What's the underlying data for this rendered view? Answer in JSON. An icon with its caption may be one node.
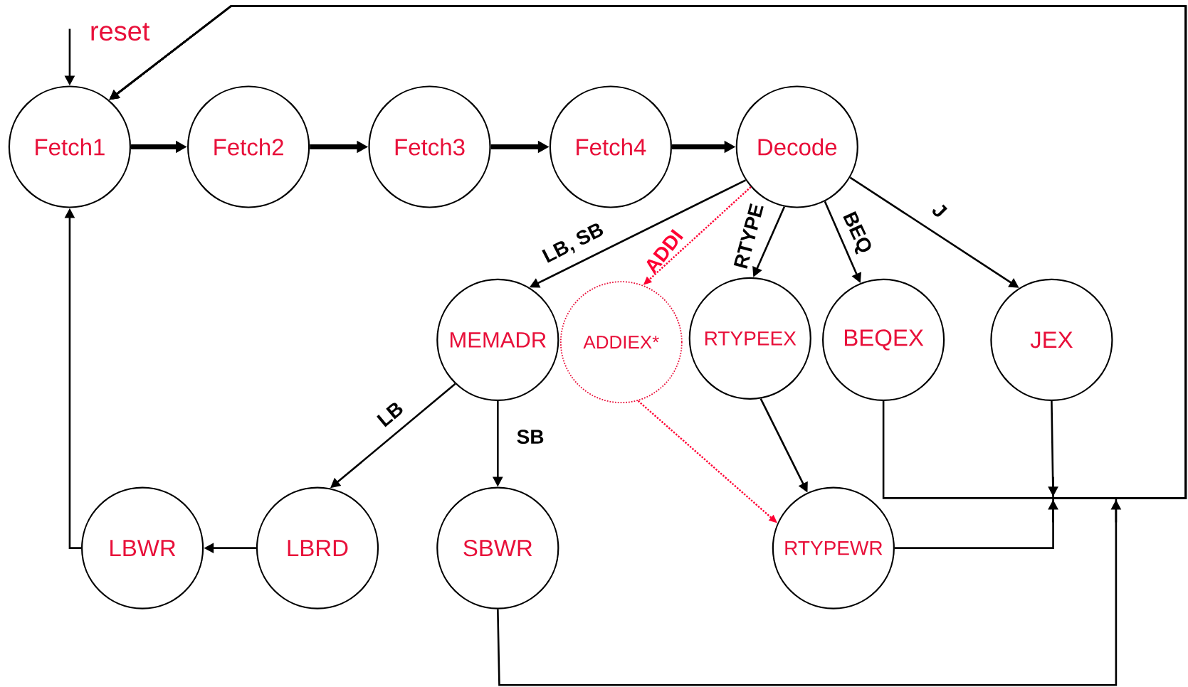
{
  "diagram": {
    "nodes": [
      {
        "text": [
          "Fetch1"
        ]
      },
      {
        "text": [
          "Fetch2"
        ]
      },
      {
        "text": [
          "Fetch3"
        ]
      },
      {
        "text": [
          "Fetch4"
        ]
      },
      {
        "text": [
          "Decode"
        ]
      },
      {
        "text": [
          "MEMADR"
        ]
      },
      {
        "text": [
          "ADDIEX*"
        ]
      },
      {
        "text": [
          "RTYPEEX"
        ]
      },
      {
        "text": [
          "BEQEX"
        ]
      },
      {
        "text": [
          "JEX"
        ]
      },
      {
        "text": [
          "LBWR"
        ]
      },
      {
        "text": [
          "LBRD"
        ]
      },
      {
        "text": [
          "SBWR"
        ]
      },
      {
        "text": [
          "RTYPEWR"
        ]
      }
    ],
    "edges": [
      {
        "from": null,
        "to": 0,
        "arrow": "to",
        "label": "reset"
      },
      {
        "from": 0,
        "to": 1,
        "arrow": "to",
        "style": "thick"
      },
      {
        "from": 1,
        "to": 2,
        "arrow": "to",
        "style": "thick"
      },
      {
        "from": 2,
        "to": 3,
        "arrow": "to",
        "style": "thick"
      },
      {
        "from": 3,
        "to": 4,
        "arrow": "to",
        "style": "thick"
      },
      {
        "from": 4,
        "to": 5,
        "arrow": "to",
        "label": "LB, SB"
      },
      {
        "from": 4,
        "to": 6,
        "arrow": "to",
        "label": "ADDI",
        "style": "dashed",
        "color": "#ff0033"
      },
      {
        "from": 4,
        "to": 7,
        "arrow": "to",
        "label": "RTYPE"
      },
      {
        "from": 4,
        "to": 8,
        "arrow": "to",
        "label": "BEQ"
      },
      {
        "from": 4,
        "to": 9,
        "arrow": "to",
        "label": "J"
      },
      {
        "from": 5,
        "to": 11,
        "arrow": "to",
        "label": "LB"
      },
      {
        "from": 5,
        "to": 12,
        "arrow": "to",
        "label": "SB"
      },
      {
        "from": 11,
        "to": 10,
        "arrow": "to"
      },
      {
        "from": 10,
        "to": 0,
        "arrow": "to"
      },
      {
        "from": 7,
        "to": 13,
        "arrow": "to"
      },
      {
        "from": 6,
        "to": 13,
        "arrow": "to",
        "style": "dashed",
        "color": "#ff0033"
      },
      {
        "from": 8,
        "to": 0,
        "arrow": "to"
      },
      {
        "from": 9,
        "to": 0,
        "arrow": "to"
      },
      {
        "from": 13,
        "to": 0,
        "arrow": "to"
      },
      {
        "from": 12,
        "to": 0,
        "arrow": "to"
      }
    ]
  }
}
